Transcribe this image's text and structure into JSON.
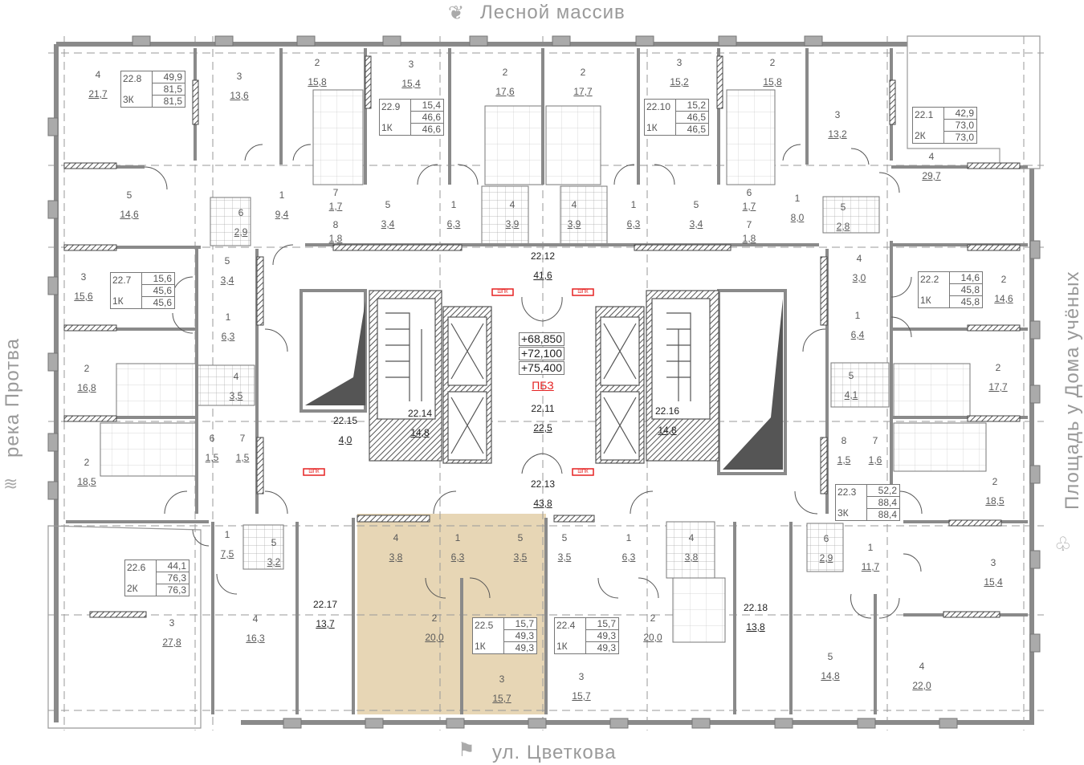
{
  "labels": {
    "north": "Лесной массив",
    "south": "ул. Цветкова",
    "west": "река Протва",
    "east": "Площадь у Дома учёных"
  },
  "icons": {
    "north": "tree-icon",
    "south": "signpost-icon",
    "west": "water-waves-icon",
    "east": "building-tree-icon"
  },
  "colors": {
    "highlight": "#e3cfa8",
    "wall": "#8a8a8a",
    "pbz": "#e52222"
  },
  "elevations": [
    "+68,850",
    "+72,100",
    "+75,400"
  ],
  "pbz": "ПБЗ",
  "shk": "ШПК",
  "apartments": [
    {
      "id": "22.8",
      "type": "3К",
      "living": "49,9",
      "total": "81,5",
      "total_full": "81,5",
      "rooms": [
        {
          "n": "4",
          "a": "21,7"
        },
        {
          "n": "3",
          "a": "13,6"
        },
        {
          "n": "2",
          "a": "15,8"
        },
        {
          "n": "5",
          "a": "14,6"
        },
        {
          "n": "1",
          "a": "9,4"
        },
        {
          "n": "6",
          "a": "2,9"
        },
        {
          "n": "7",
          "a": "1,7"
        },
        {
          "n": "8",
          "a": "1,8"
        }
      ]
    },
    {
      "id": "22.9",
      "type": "1К",
      "living": "15,4",
      "total": "46,6",
      "total_full": "46,6",
      "rooms": [
        {
          "n": "3",
          "a": "15,4"
        },
        {
          "n": "2",
          "a": "17,6"
        },
        {
          "n": "1",
          "a": "6,3"
        },
        {
          "n": "5",
          "a": "3,4"
        },
        {
          "n": "4",
          "a": "3,9"
        }
      ]
    },
    {
      "id": "22.10",
      "type": "1К",
      "living": "15,2",
      "total": "46,5",
      "total_full": "46,5",
      "rooms": [
        {
          "n": "2",
          "a": "17,7"
        },
        {
          "n": "3",
          "a": "15,2"
        },
        {
          "n": "1",
          "a": "6,3"
        },
        {
          "n": "4",
          "a": "3,9"
        },
        {
          "n": "5",
          "a": "3,4"
        }
      ]
    },
    {
      "id": "22.1",
      "type": "2К",
      "living": "42,9",
      "total": "73,0",
      "total_full": "73,0",
      "rooms": [
        {
          "n": "2",
          "a": "15,8"
        },
        {
          "n": "3",
          "a": "13,2"
        },
        {
          "n": "1",
          "a": "8,0"
        },
        {
          "n": "6",
          "a": "1,7"
        },
        {
          "n": "7",
          "a": "1,8"
        },
        {
          "n": "5",
          "a": "2,8"
        },
        {
          "n": "4",
          "a": "29,7"
        }
      ]
    },
    {
      "id": "22.7",
      "type": "1К",
      "living": "15,6",
      "total": "45,6",
      "total_full": "45,6",
      "rooms": [
        {
          "n": "3",
          "a": "15,6"
        },
        {
          "n": "5",
          "a": "3,4"
        },
        {
          "n": "1",
          "a": "6,3"
        },
        {
          "n": "2",
          "a": "16,8"
        },
        {
          "n": "4",
          "a": "3,5"
        }
      ]
    },
    {
      "id": "22.6",
      "type": "2К",
      "living": "44,1",
      "total": "76,3",
      "total_full": "76,3",
      "rooms": [
        {
          "n": "2",
          "a": "18,5"
        },
        {
          "n": "6",
          "a": "1,5"
        },
        {
          "n": "7",
          "a": "1,5"
        },
        {
          "n": "1",
          "a": "7,5"
        },
        {
          "n": "5",
          "a": "3,2"
        },
        {
          "n": "3",
          "a": "27,8"
        },
        {
          "n": "4",
          "a": "16,3"
        }
      ]
    },
    {
      "id": "22.5",
      "type": "1К",
      "living": "15,7",
      "total": "49,3",
      "total_full": "49,3",
      "highlighted": true,
      "rooms": [
        {
          "n": "4",
          "a": "3,8"
        },
        {
          "n": "1",
          "a": "6,3"
        },
        {
          "n": "5",
          "a": "3,5"
        },
        {
          "n": "2",
          "a": "20,0"
        },
        {
          "n": "3",
          "a": "15,7"
        }
      ]
    },
    {
      "id": "22.4",
      "type": "1К",
      "living": "15,7",
      "total": "49,3",
      "total_full": "49,3",
      "rooms": [
        {
          "n": "5",
          "a": "3,5"
        },
        {
          "n": "1",
          "a": "6,3"
        },
        {
          "n": "4",
          "a": "3,8"
        },
        {
          "n": "2",
          "a": "20,0"
        },
        {
          "n": "3",
          "a": "15,7"
        }
      ]
    },
    {
      "id": "22.3",
      "type": "3К",
      "living": "52,2",
      "total": "88,4",
      "total_full": "88,4",
      "rooms": [
        {
          "n": "8",
          "a": "1,5"
        },
        {
          "n": "7",
          "a": "1,6"
        },
        {
          "n": "2",
          "a": "18,5"
        },
        {
          "n": "6",
          "a": "2,9"
        },
        {
          "n": "1",
          "a": "11,7"
        },
        {
          "n": "3",
          "a": "15,4"
        },
        {
          "n": "5",
          "a": "14,8"
        },
        {
          "n": "4",
          "a": "22,0"
        }
      ]
    },
    {
      "id": "22.2",
      "type": "1К",
      "living": "14,6",
      "total": "45,8",
      "total_full": "45,8",
      "rooms": [
        {
          "n": "4",
          "a": "3,0"
        },
        {
          "n": "1",
          "a": "6,4"
        },
        {
          "n": "2",
          "a": "14,6"
        },
        {
          "n": "5",
          "a": "4,1"
        },
        {
          "n": "2",
          "a": "17,7"
        }
      ]
    }
  ],
  "common": [
    {
      "id": "22.12",
      "a": "41,6"
    },
    {
      "id": "22.15",
      "a": "4,0"
    },
    {
      "id": "22.14",
      "a": "14,8"
    },
    {
      "id": "22.11",
      "a": "22,5"
    },
    {
      "id": "22.16",
      "a": "14,8"
    },
    {
      "id": "22.13",
      "a": "43,8"
    },
    {
      "id": "22.17",
      "a": "13,7"
    },
    {
      "id": "22.18",
      "a": "13,8"
    }
  ]
}
